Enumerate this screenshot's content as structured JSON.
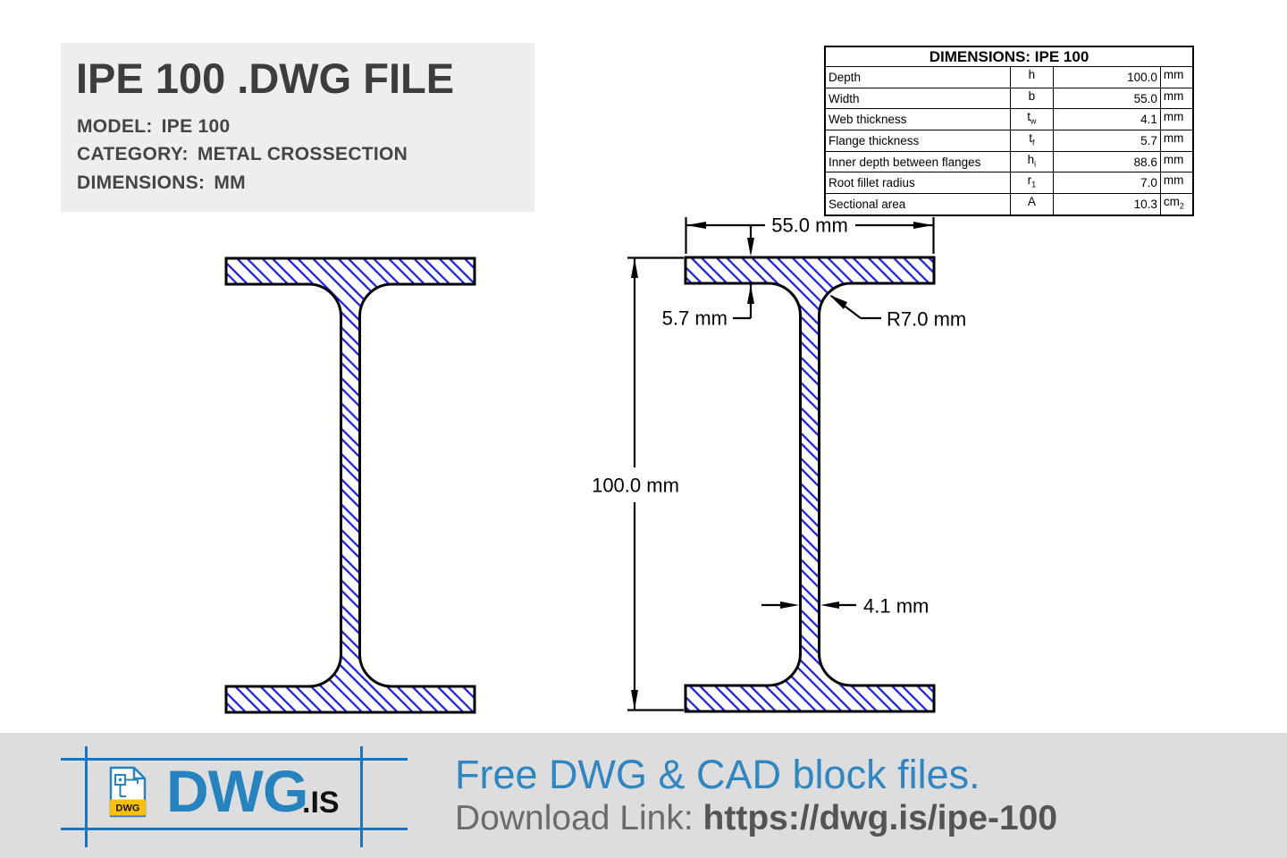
{
  "header": {
    "title": "IPE 100 .DWG FILE",
    "model_label": "MODEL:",
    "model_value": "IPE 100",
    "category_label": "CATEGORY:",
    "category_value": "METAL CROSSECTION",
    "dimensions_label": "DIMENSIONS:",
    "dimensions_value": "MM"
  },
  "spec_table": {
    "title": "DIMENSIONS: IPE 100",
    "rows": [
      {
        "name": "Depth",
        "symbol": "h",
        "sub": "",
        "value": "100.0",
        "unit": "mm"
      },
      {
        "name": "Width",
        "symbol": "b",
        "sub": "",
        "value": "55.0",
        "unit": "mm"
      },
      {
        "name": "Web thickness",
        "symbol": "t",
        "sub": "w",
        "value": "4.1",
        "unit": "mm"
      },
      {
        "name": "Flange thickness",
        "symbol": "t",
        "sub": "f",
        "value": "5.7",
        "unit": "mm"
      },
      {
        "name": "Inner depth between flanges",
        "symbol": "h",
        "sub": "i",
        "value": "88.6",
        "unit": "mm"
      },
      {
        "name": "Root fillet radius",
        "symbol": "r",
        "sub": "1",
        "value": "7.0",
        "unit": "mm"
      },
      {
        "name": "Sectional area",
        "symbol": "A",
        "sub": "",
        "value": "10.3",
        "unit": "cm",
        "unit_sub": "2"
      }
    ]
  },
  "drawing": {
    "beam_mm": {
      "depth": 100,
      "width": 55,
      "web_thickness": 4.1,
      "flange_thickness": 5.7,
      "root_fillet_radius": 7
    },
    "hatch_color": "#1a1aee",
    "outline_color": "#000000",
    "labels": {
      "width": "55.0 mm",
      "flange": "5.7 mm",
      "radius": "R7.0 mm",
      "depth": "100.0 mm",
      "web": "4.1 mm"
    }
  },
  "footer": {
    "logo_badge": "DWG",
    "brand": "DWG",
    "brand_tld": ".IS",
    "tagline": "Free DWG & CAD block files.",
    "download_label": "Download Link:",
    "download_url": "https://dwg.is/ipe-100",
    "colors": {
      "brand_blue": "#2583c0",
      "crop_blue": "#1b75bc",
      "badge_yellow": "#fcc200"
    }
  }
}
